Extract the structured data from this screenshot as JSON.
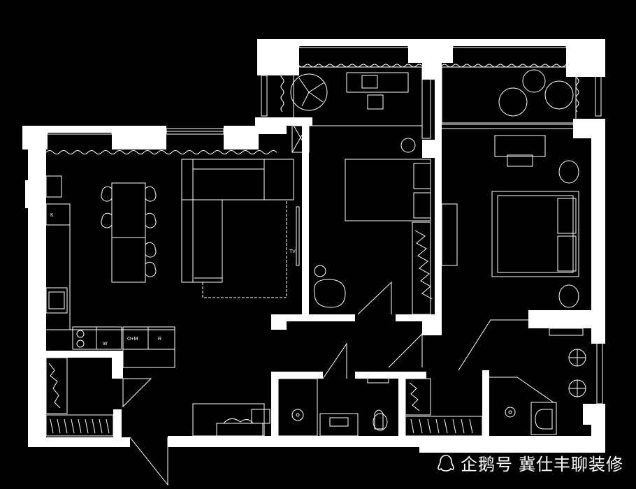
{
  "labels": {
    "tv": "TV",
    "fridge": "K",
    "washer": "W",
    "oven_micro": "O+M",
    "refrigerator": "R"
  },
  "watermark": {
    "platform": "企鹅号",
    "author": "冀仕丰聊装修",
    "logo": "penguin-logo"
  },
  "colors": {
    "background": "#000000",
    "walls": "#ffffff",
    "lines": "#ffffff"
  }
}
